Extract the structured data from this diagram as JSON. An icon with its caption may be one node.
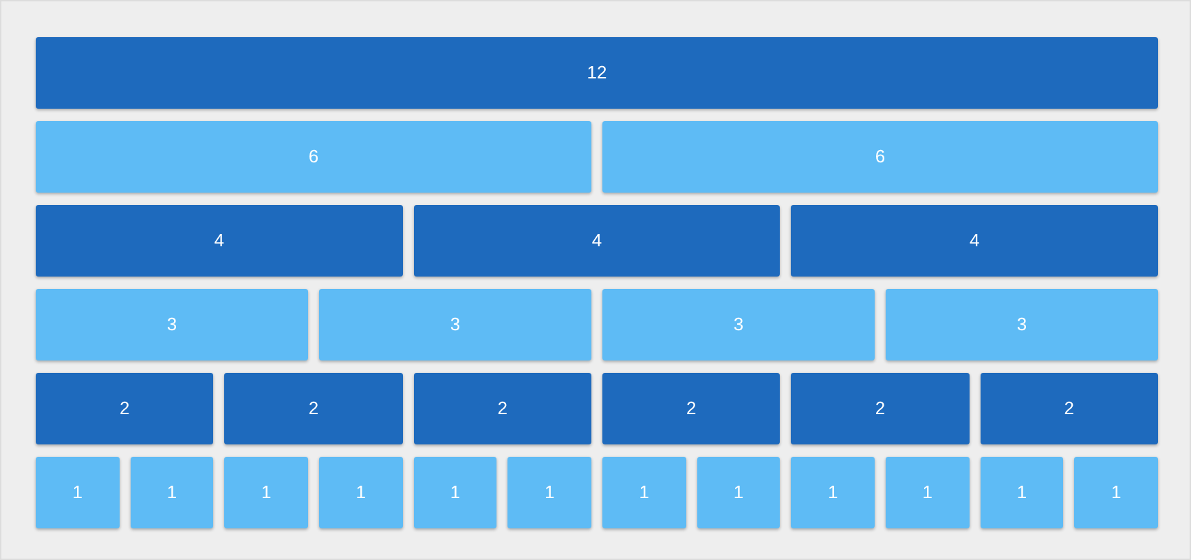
{
  "diagram": {
    "nodes": [
      {
        "text": [
          "12"
        ]
      },
      {
        "text": [
          "6"
        ]
      },
      {
        "text": [
          "6"
        ]
      },
      {
        "text": [
          "4"
        ]
      },
      {
        "text": [
          "4"
        ]
      },
      {
        "text": [
          "4"
        ]
      },
      {
        "text": [
          "3"
        ]
      },
      {
        "text": [
          "3"
        ]
      },
      {
        "text": [
          "3"
        ]
      },
      {
        "text": [
          "3"
        ]
      },
      {
        "text": [
          "2"
        ]
      },
      {
        "text": [
          "2"
        ]
      },
      {
        "text": [
          "2"
        ]
      },
      {
        "text": [
          "2"
        ]
      },
      {
        "text": [
          "2"
        ]
      },
      {
        "text": [
          "2"
        ]
      },
      {
        "text": [
          "1"
        ]
      },
      {
        "text": [
          "1"
        ]
      },
      {
        "text": [
          "1"
        ]
      },
      {
        "text": [
          "1"
        ]
      },
      {
        "text": [
          "1"
        ]
      },
      {
        "text": [
          "1"
        ]
      },
      {
        "text": [
          "1"
        ]
      },
      {
        "text": [
          "1"
        ]
      },
      {
        "text": [
          "1"
        ]
      },
      {
        "text": [
          "1"
        ]
      },
      {
        "text": [
          "1"
        ]
      },
      {
        "text": [
          "1"
        ]
      }
    ]
  }
}
